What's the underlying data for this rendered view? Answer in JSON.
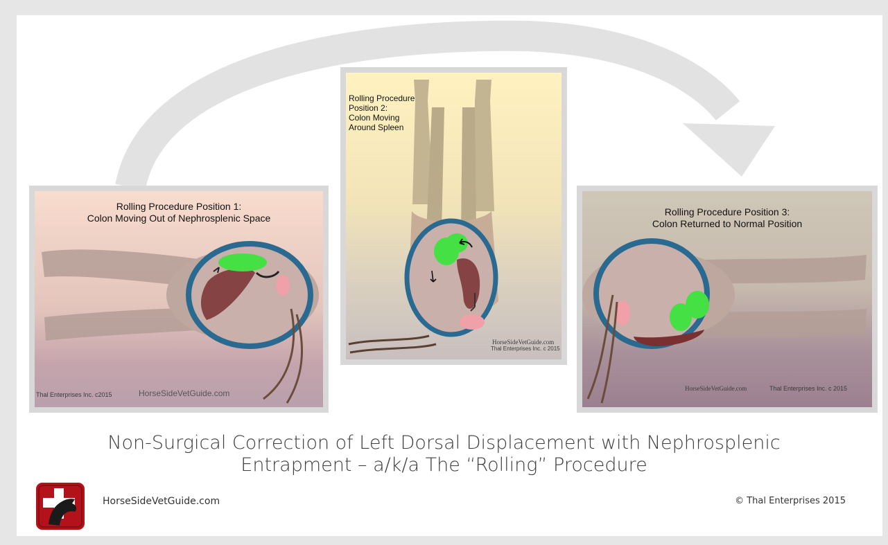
{
  "panels": [
    {
      "title_line1": "Rolling Procedure Position 1:",
      "title_line2": "Colon Moving Out of Nephrosplenic Space",
      "credit_left": "Thal Enterprises Inc. c2015",
      "credit_right": "HorseSideVetGuide.com"
    },
    {
      "title_lines": [
        "Rolling Procedure",
        "Position 2:",
        "Colon Moving",
        "Around Spleen"
      ],
      "credit_line1": "HorseSideVetGuide.com",
      "credit_line2": "Thal Enterprises Inc. c 2015"
    },
    {
      "title_line1": "Rolling Procedure Position 3:",
      "title_line2": "Colon Returned to Normal Position",
      "credit_left": "HorseSideVetGuide.com",
      "credit_right": "Thal Enterprises Inc. c 2015"
    }
  ],
  "caption_line1": "Non-Surgical Correction of Left Dorsal Displacement with Nephrosplenic",
  "caption_line2": "Entrapment – a/k/a The “Rolling” Procedure",
  "footer": {
    "website": "HorseSideVetGuide.com",
    "copyright": "© Thal Enterprises 2015"
  },
  "colors": {
    "arrow": "#e4e4e4",
    "colon_green": "#44e044",
    "spleen": "#7a3030",
    "kidney": "#f0a0a8",
    "abdomen_ring": "#2a6a90",
    "logo_red": "#b3121b"
  }
}
